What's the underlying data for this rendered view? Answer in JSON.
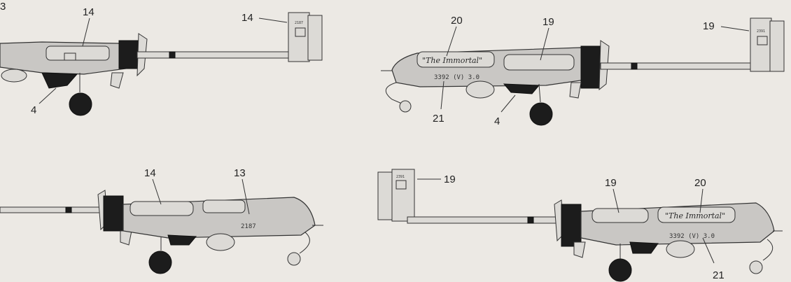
{
  "views": [
    {
      "id": "top-left",
      "callouts": [
        "14",
        "14",
        "4"
      ],
      "fin_serial": "2187"
    },
    {
      "id": "top-right",
      "callouts": [
        "20",
        "19",
        "19",
        "21",
        "4"
      ],
      "nose_art": "\"The Immortal\"",
      "serial": "3392 (V) 3.0",
      "fin_serial": "2391"
    },
    {
      "id": "bottom-left",
      "callouts": [
        "14",
        "13"
      ],
      "fuselage_number": "2187"
    },
    {
      "id": "bottom-right",
      "callouts": [
        "19",
        "19",
        "20",
        "21"
      ],
      "nose_art": "\"The Immortal\"",
      "serial": "3392 (V) 3.0",
      "fin_serial": "2391"
    }
  ],
  "corner_label": "3"
}
